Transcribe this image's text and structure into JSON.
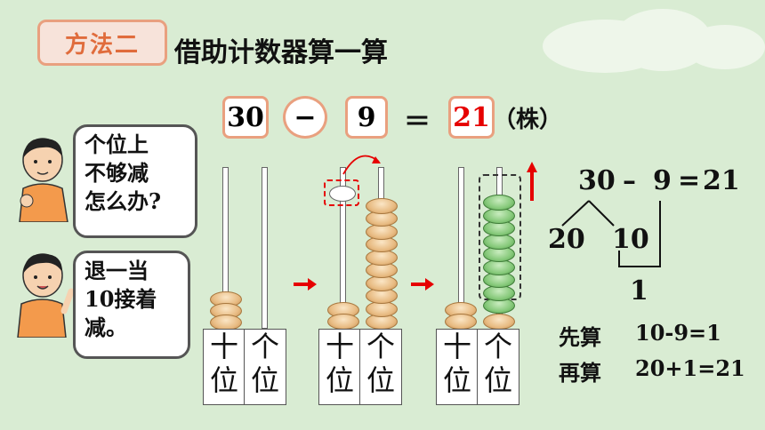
{
  "method_tag": "方法二",
  "title": "借助计数器算一算",
  "equation": {
    "minuend": "30",
    "operator": "−",
    "subtrahend": "9",
    "equals": "＝",
    "result": "21",
    "unit": "（株）"
  },
  "bubble1": [
    "个位上",
    "不够减",
    "怎么办?"
  ],
  "bubble2": [
    "退一当",
    "10接着",
    "减。"
  ],
  "counters": [
    {
      "tens_label": [
        "十",
        "位"
      ],
      "ones_label": [
        "个",
        "位"
      ]
    },
    {
      "tens_label": [
        "十",
        "位"
      ],
      "ones_label": [
        "个",
        "位"
      ]
    },
    {
      "tens_label": [
        "十",
        "位"
      ],
      "ones_label": [
        "个",
        "位"
      ]
    }
  ],
  "beads": {
    "step1": {
      "tens": 3,
      "ones": 0
    },
    "step2": {
      "tens": 2,
      "ones": 10
    },
    "step3": {
      "tens": 2,
      "ones_total": 10,
      "ones_removed": 9,
      "ones_left": 1
    }
  },
  "breakdown": {
    "minuend": "30",
    "minus": "–",
    "subtrahend": "9",
    "equals": "=",
    "result": "21",
    "part_a": "20",
    "part_b": "10",
    "intermediate": "1",
    "step1_label": "先算",
    "step1_expr": "10-9=1",
    "step2_label": "再算",
    "step2_expr": "20+1=21"
  },
  "colors": {
    "background": "#d9ecd3",
    "accent_border": "#e9a07f",
    "red": "#e60000",
    "bead_tan": "#e8bb82",
    "bead_green": "#86c97a"
  }
}
